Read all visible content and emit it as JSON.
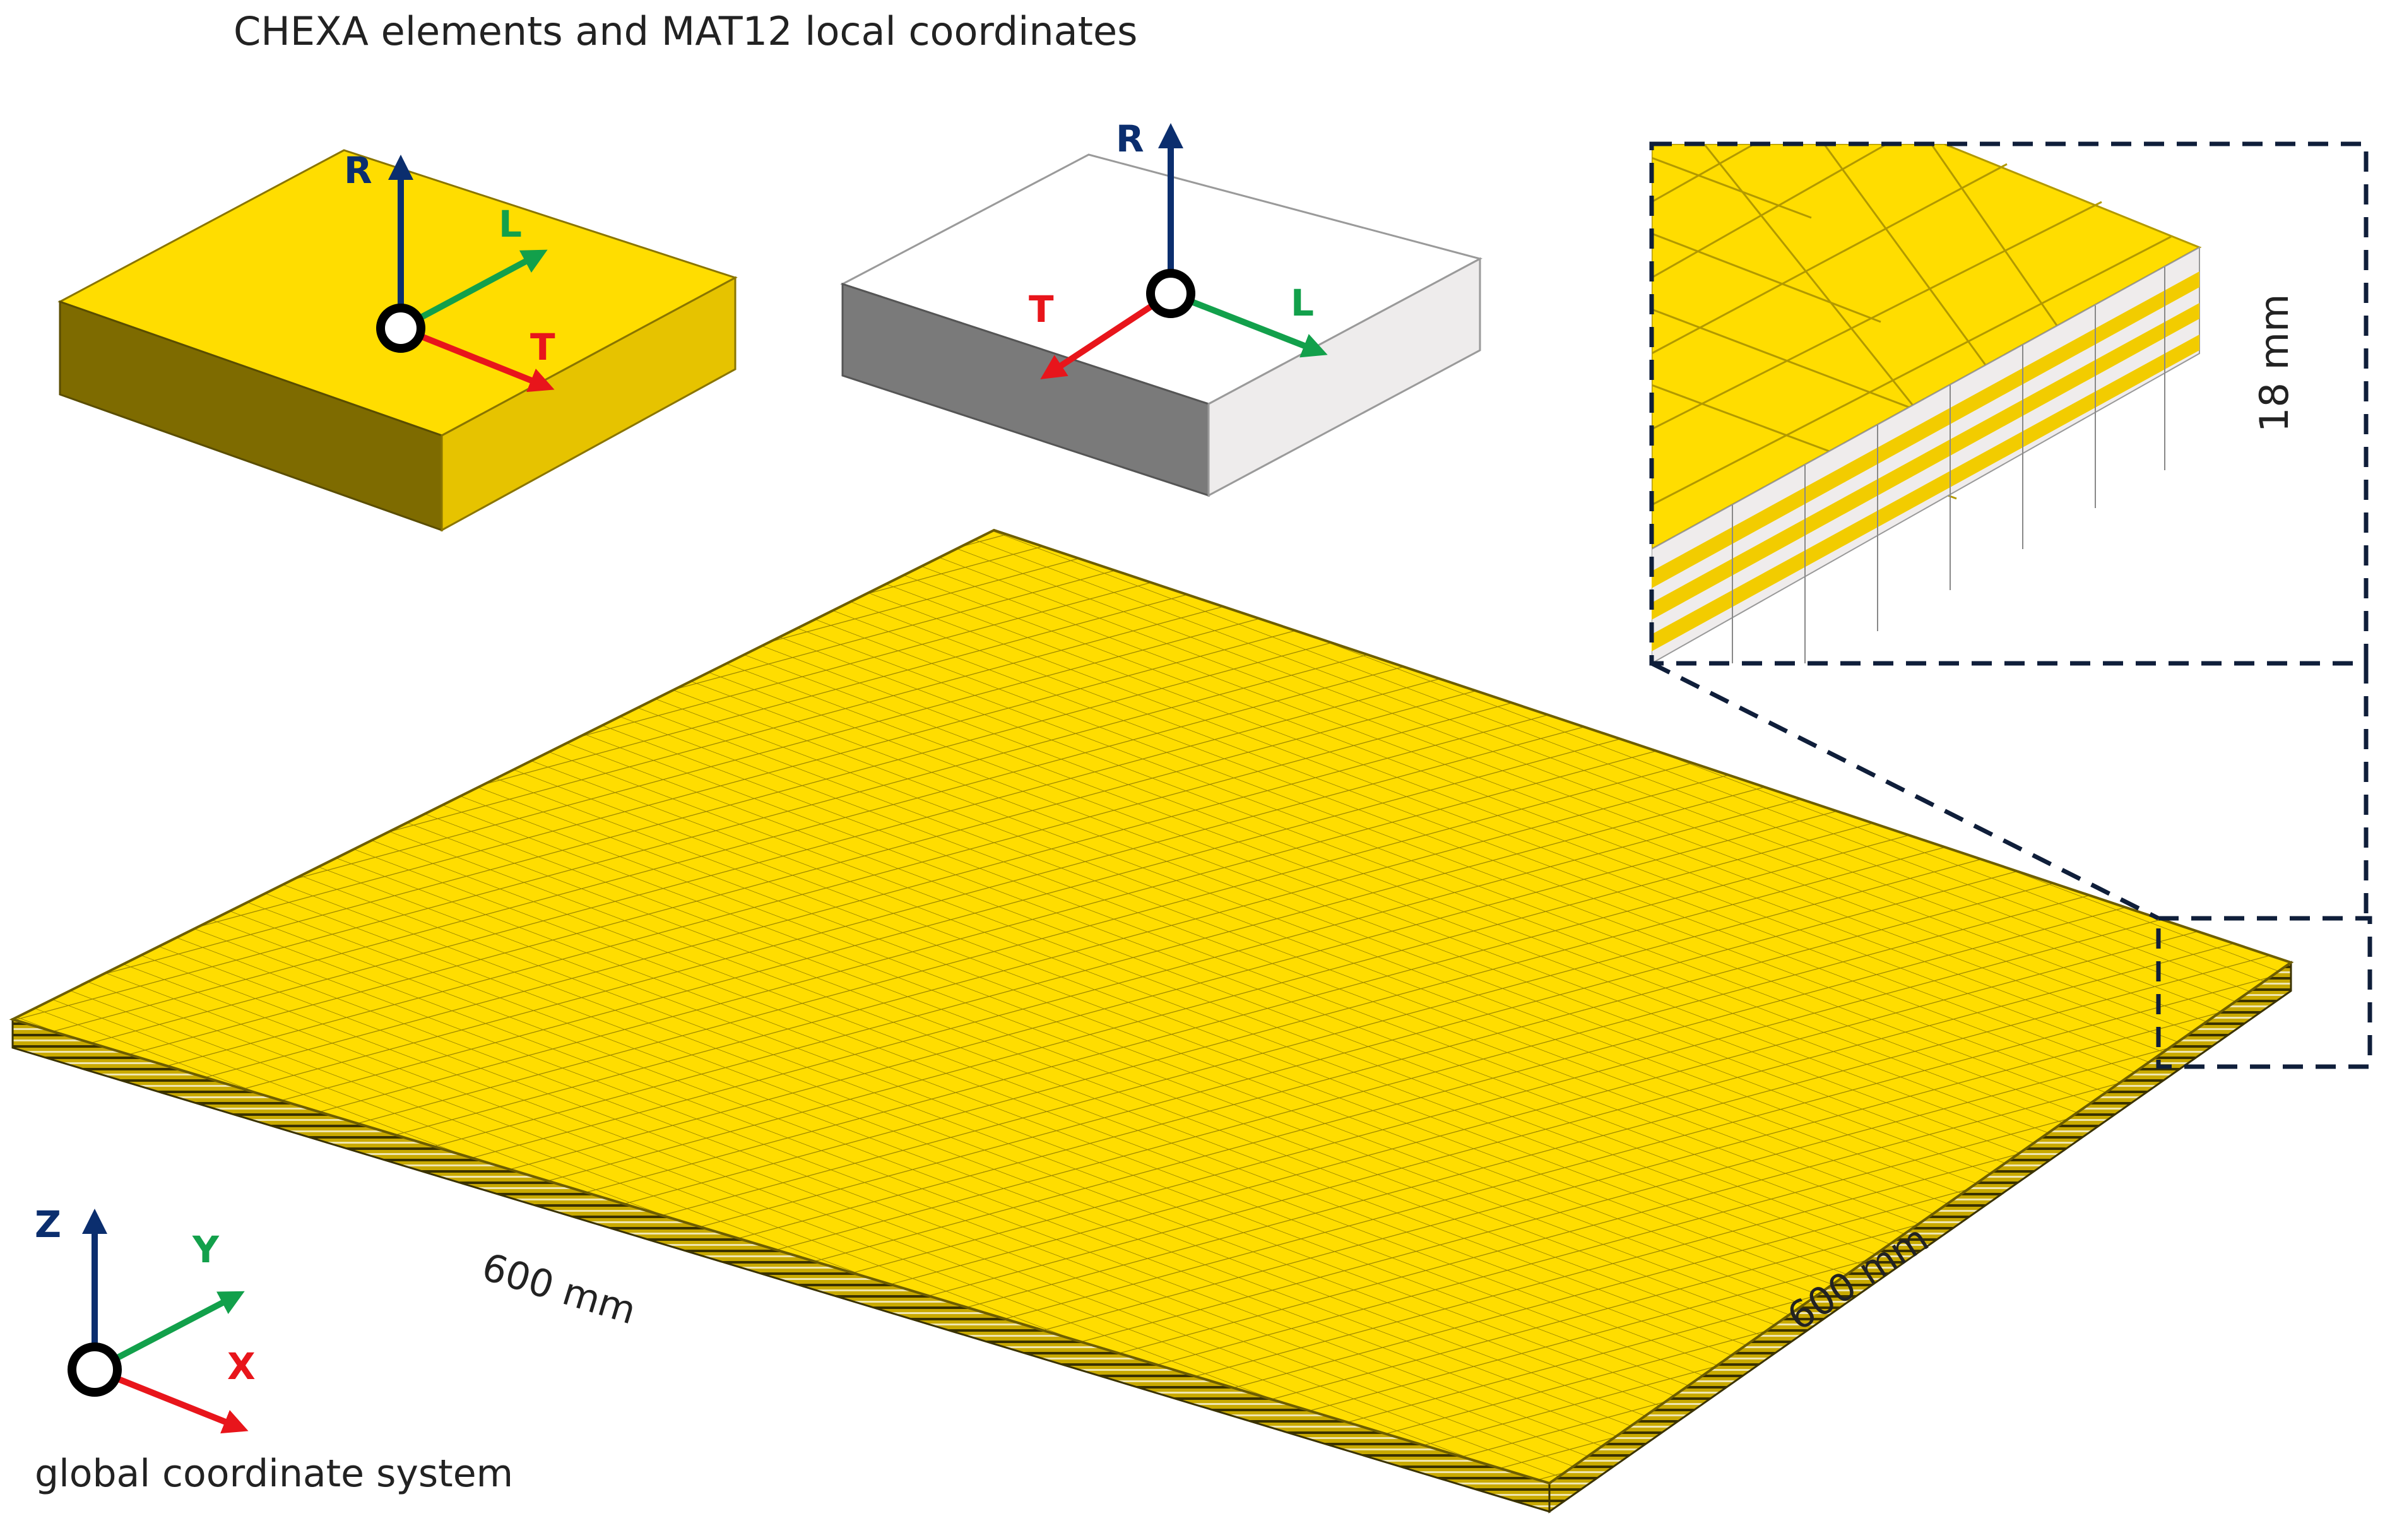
{
  "title": "CHEXA elements and MAT12 local coordinates",
  "local_axes_yellow": {
    "r": "R",
    "l": "L",
    "t": "T"
  },
  "local_axes_white": {
    "r": "R",
    "l": "L",
    "t": "T"
  },
  "global_axes": {
    "z": "Z",
    "y": "Y",
    "x": "X"
  },
  "global_caption": "global coordinate system",
  "dimensions": {
    "left_edge": "600 mm",
    "right_edge": "600 mm",
    "thickness": "18 mm"
  },
  "colors": {
    "yellow_top": "#FFDD00",
    "yellow_front": "#7E6B00",
    "yellow_side": "#E6C300",
    "white_top": "#FFFFFF",
    "white_front": "#7A7A7A",
    "white_side": "#EEECEC",
    "axis_r": "#0B2E6E",
    "axis_l": "#12A04B",
    "axis_t": "#E8151B",
    "mesh_line": "#A08A00",
    "dash": "#0F1E3A"
  }
}
